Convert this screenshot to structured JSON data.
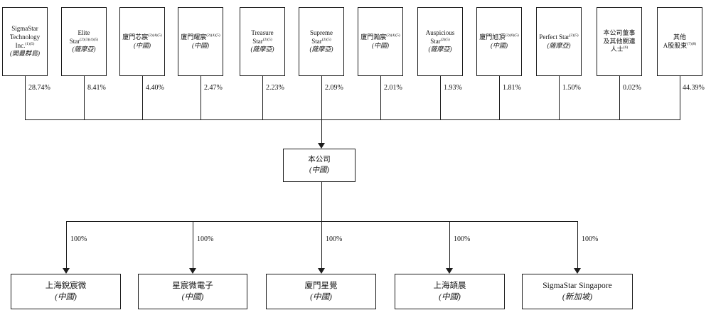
{
  "shareholders": [
    {
      "lines": [
        "SigmaStar",
        "Technology",
        "Inc."
      ],
      "sup": "(1)(5)",
      "jurisdiction": "(開曼群島)",
      "percent": "28.74%"
    },
    {
      "lines": [
        "Elite",
        "Star"
      ],
      "sup": "(2)(3)(4)(5)",
      "jurisdiction": "(薩摩亞)",
      "percent": "8.41%"
    },
    {
      "lines": [
        "廈門芯宸"
      ],
      "sup": "(2)(4)(5)",
      "jurisdiction": "(中國)",
      "percent": "4.40%"
    },
    {
      "lines": [
        "廈門耀宸"
      ],
      "sup": "(2)(4)(5)",
      "jurisdiction": "(中國)",
      "percent": "2.47%"
    },
    {
      "lines": [
        "Treasure",
        "Star"
      ],
      "sup": "(2)(5)",
      "jurisdiction": "(薩摩亞)",
      "percent": "2.23%"
    },
    {
      "lines": [
        "Supreme",
        "Star"
      ],
      "sup": "(2)(5)",
      "jurisdiction": "(薩摩亞)",
      "percent": "2.09%"
    },
    {
      "lines": [
        "廈門瀚宸"
      ],
      "sup": "(2)(4)(5)",
      "jurisdiction": "(中國)",
      "percent": "2.01%"
    },
    {
      "lines": [
        "Auspicious",
        "Star"
      ],
      "sup": "(2)(5)",
      "jurisdiction": "(薩摩亞)",
      "percent": "1.93%"
    },
    {
      "lines": [
        "廈門旭頂"
      ],
      "sup": "(2)(6)(5)",
      "jurisdiction": "(中國)",
      "percent": "1.81%"
    },
    {
      "lines": [
        "Perfect Star"
      ],
      "sup": "(2)(5)",
      "jurisdiction": "(薩摩亞)",
      "percent": "1.50%"
    },
    {
      "lines": [
        "本公司董事",
        "及其他關連",
        "人士"
      ],
      "sup": "(6)",
      "jurisdiction": "",
      "percent": "0.02%"
    },
    {
      "lines": [
        "其他",
        "A股股東"
      ],
      "sup": "(7)(8)",
      "jurisdiction": "",
      "percent": "44.39%"
    }
  ],
  "company": {
    "name": "本公司",
    "jurisdiction": "(中國)"
  },
  "subsidiaries": [
    {
      "name": "上海銳宸微",
      "jurisdiction": "(中國)",
      "percent": "100%"
    },
    {
      "name": "星宸微電子",
      "jurisdiction": "(中國)",
      "percent": "100%"
    },
    {
      "name": "廈門星覺",
      "jurisdiction": "(中國)",
      "percent": "100%"
    },
    {
      "name": "上海頡晨",
      "jurisdiction": "(中國)",
      "percent": "100%"
    },
    {
      "name": "SigmaStar Singapore",
      "jurisdiction": "(新加坡)",
      "percent": "100%"
    }
  ],
  "colors": {
    "line": "#1c1c1c",
    "text": "#141414",
    "background": "#ffffff"
  }
}
